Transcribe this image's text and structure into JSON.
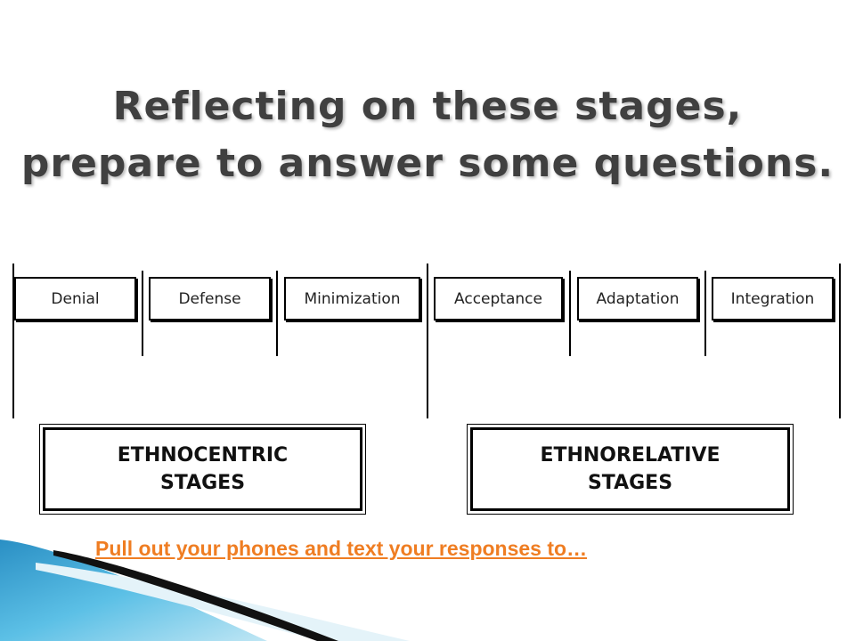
{
  "slide": {
    "title_line1": "Reflecting on these stages,",
    "title_line2": "prepare to answer some questions.",
    "prompt_link": "Pull out your phones and text your responses to…"
  },
  "stages": [
    {
      "label": "Denial"
    },
    {
      "label": "Defense"
    },
    {
      "label": "Minimization"
    },
    {
      "label": "Acceptance"
    },
    {
      "label": "Adaptation"
    },
    {
      "label": "Integration"
    }
  ],
  "groups": [
    {
      "label": "ETHNOCENTRIC\nSTAGES"
    },
    {
      "label": "ETHNORELATIVE\nSTAGES"
    }
  ],
  "colors": {
    "title": "#404040",
    "link": "#ef7d22",
    "accent_blue": "#3aa8d8"
  }
}
